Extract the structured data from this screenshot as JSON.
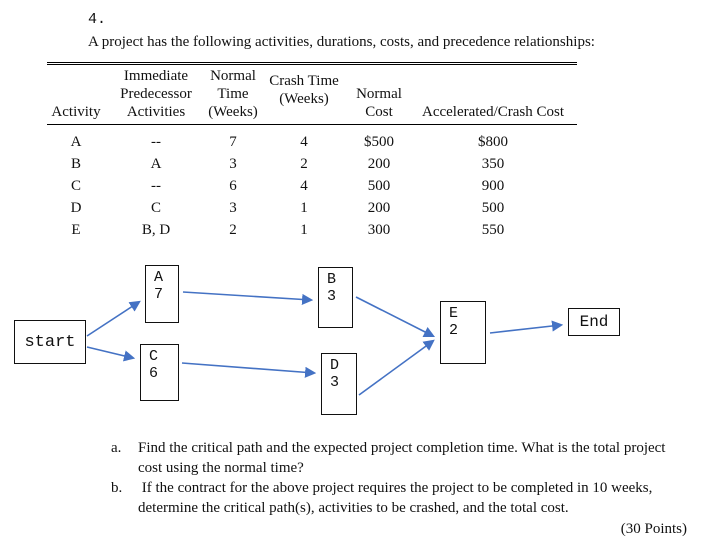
{
  "page": {
    "number_label": "4.",
    "intro": "A project has the following activities, durations, costs, and precedence relationships:"
  },
  "table": {
    "headers": [
      "Activity",
      "Immediate Predecessor Activities",
      "Normal Time (Weeks)",
      "Crash Time (Weeks)",
      "Normal Cost",
      "Accelerated/Crash Cost"
    ],
    "rows": [
      [
        "A",
        "--",
        "7",
        "4",
        "$500",
        "$800"
      ],
      [
        "B",
        "A",
        "3",
        "2",
        "200",
        "350"
      ],
      [
        "C",
        "--",
        "6",
        "4",
        "500",
        "900"
      ],
      [
        "D",
        "C",
        "3",
        "1",
        "200",
        "500"
      ],
      [
        "E",
        "B, D",
        "2",
        "1",
        "300",
        "550"
      ]
    ]
  },
  "diagram": {
    "arrow_color": "#4472C4",
    "nodes": {
      "start": {
        "label": "start"
      },
      "A": {
        "label": "A",
        "duration": "7"
      },
      "B": {
        "label": "B",
        "duration": "3"
      },
      "C": {
        "label": "C",
        "duration": "6"
      },
      "D": {
        "label": "D",
        "duration": "3"
      },
      "E": {
        "label": "E",
        "duration": "2"
      },
      "end": {
        "label": "End"
      }
    },
    "edges": [
      {
        "from": "start",
        "to": "A"
      },
      {
        "from": "start",
        "to": "C"
      },
      {
        "from": "A",
        "to": "B"
      },
      {
        "from": "C",
        "to": "D"
      },
      {
        "from": "B",
        "to": "E"
      },
      {
        "from": "D",
        "to": "E"
      },
      {
        "from": "E",
        "to": "end"
      }
    ]
  },
  "questions": {
    "a": {
      "marker": "a.",
      "lines": [
        "Find the critical path and the expected project completion time. What is the total project",
        "cost using the normal time?"
      ]
    },
    "b": {
      "marker": "b.",
      "lines": [
        " If the contract for the above project requires the project to be completed in 10 weeks,",
        "determine the critical path(s), activities to be crashed, and the total cost."
      ]
    },
    "points": "(30 Points)"
  }
}
